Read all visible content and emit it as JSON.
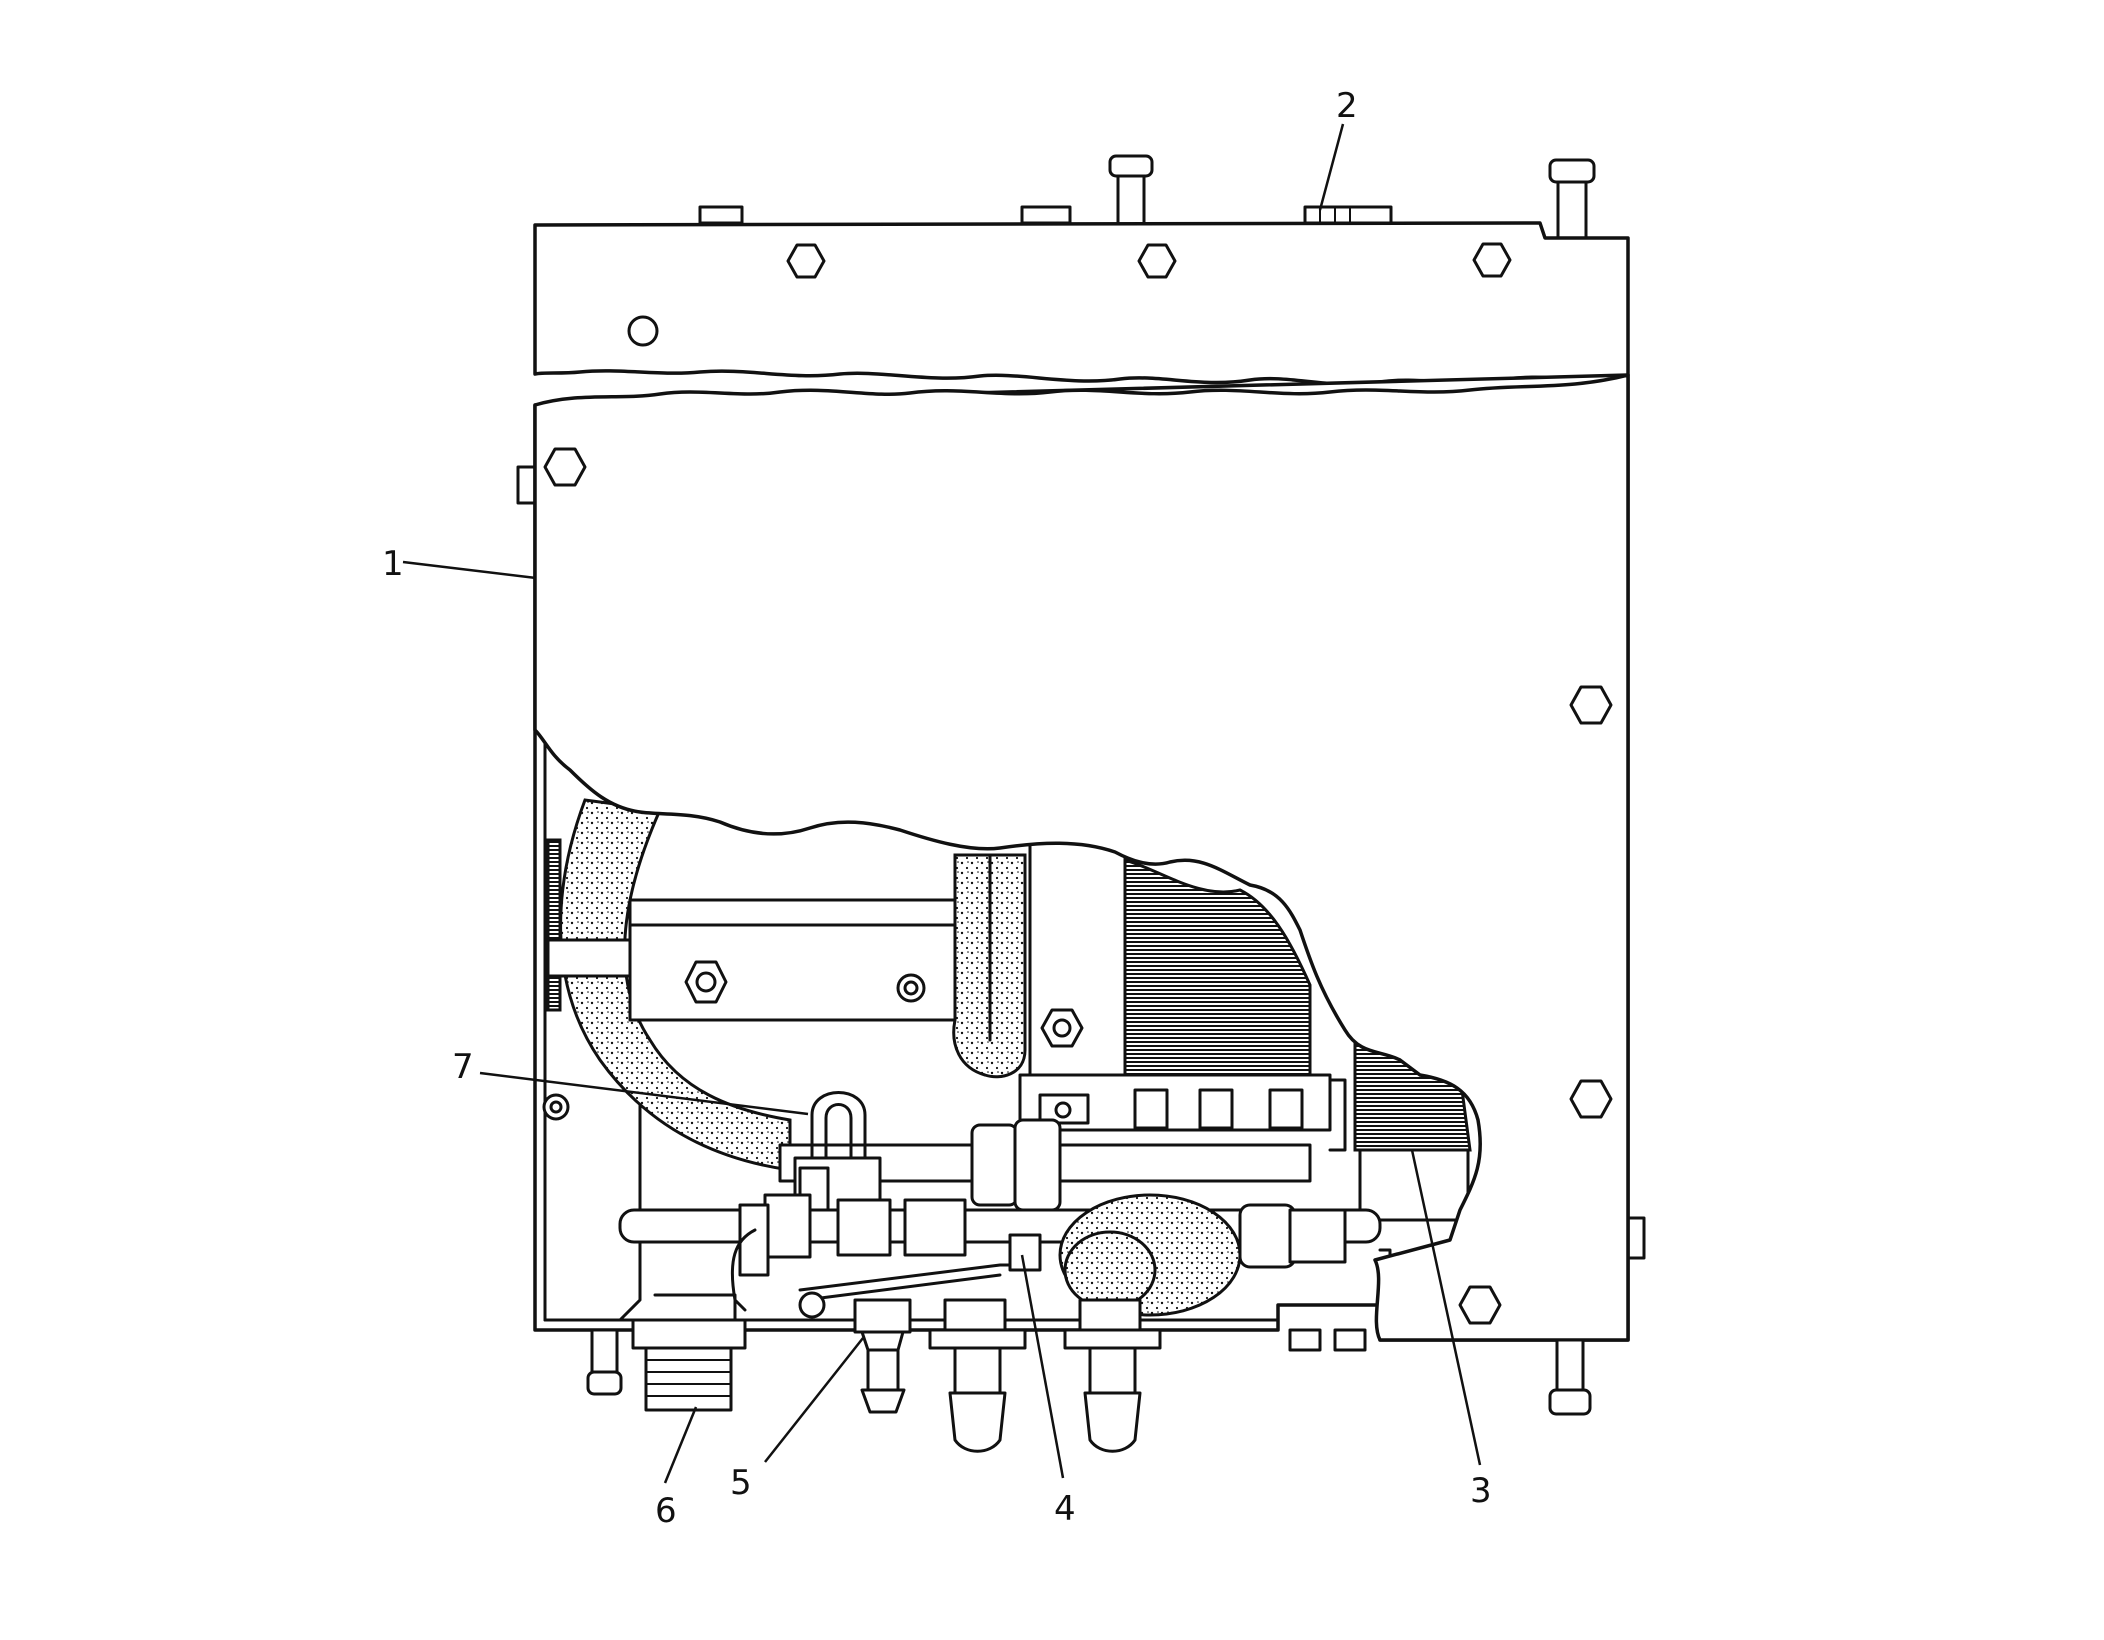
{
  "figure": {
    "callouts": [
      {
        "id": "1",
        "text": "1"
      },
      {
        "id": "2",
        "text": "2"
      },
      {
        "id": "3",
        "text": "3"
      },
      {
        "id": "4",
        "text": "4"
      },
      {
        "id": "5",
        "text": "5"
      },
      {
        "id": "6",
        "text": "6"
      },
      {
        "id": "7",
        "text": "7"
      }
    ]
  },
  "colors": {
    "ink": "#111111",
    "paper": "#ffffff"
  }
}
